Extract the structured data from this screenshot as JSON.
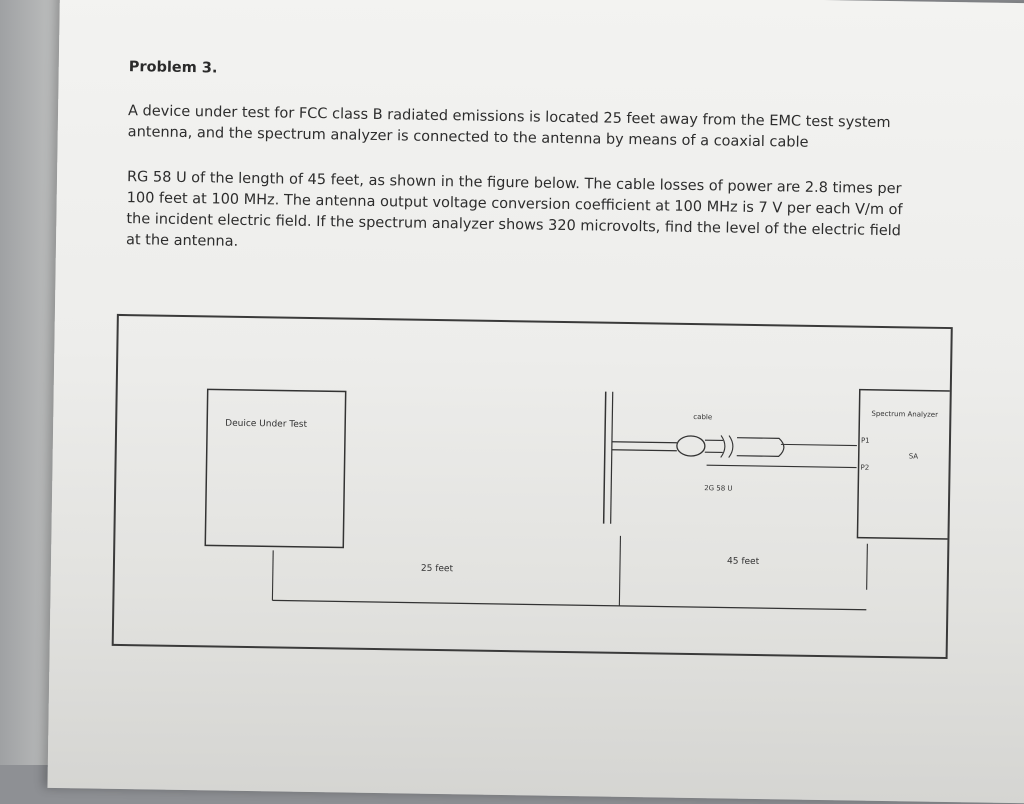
{
  "problem": {
    "title": "Problem 3.",
    "paragraph1": "A device under test for FCC class B radiated emissions is located 25 feet away from the EMC test system antenna, and the spectrum analyzer is connected to the antenna by means of a coaxial cable",
    "paragraph2": "RG 58 U of the length of 45 feet, as shown in the figure below. The cable losses of power are 2.8 times per 100 feet at 100 MHz. The antenna output voltage conversion coefficient at 100 MHz is 7 V per each V/m of the incident electric field. If the spectrum analyzer shows 320 microvolts, find the level of the electric field at the antenna."
  },
  "figure": {
    "device_label": "Deuice Under Test",
    "cable_label": "cable",
    "cable_type": "2G 58 U",
    "analyzer_label": "Spectrum Analyzer",
    "analyzer_short": "SA",
    "port1": "P1",
    "port2": "P2",
    "distance1": "25 feet",
    "distance2": "45 feet"
  }
}
